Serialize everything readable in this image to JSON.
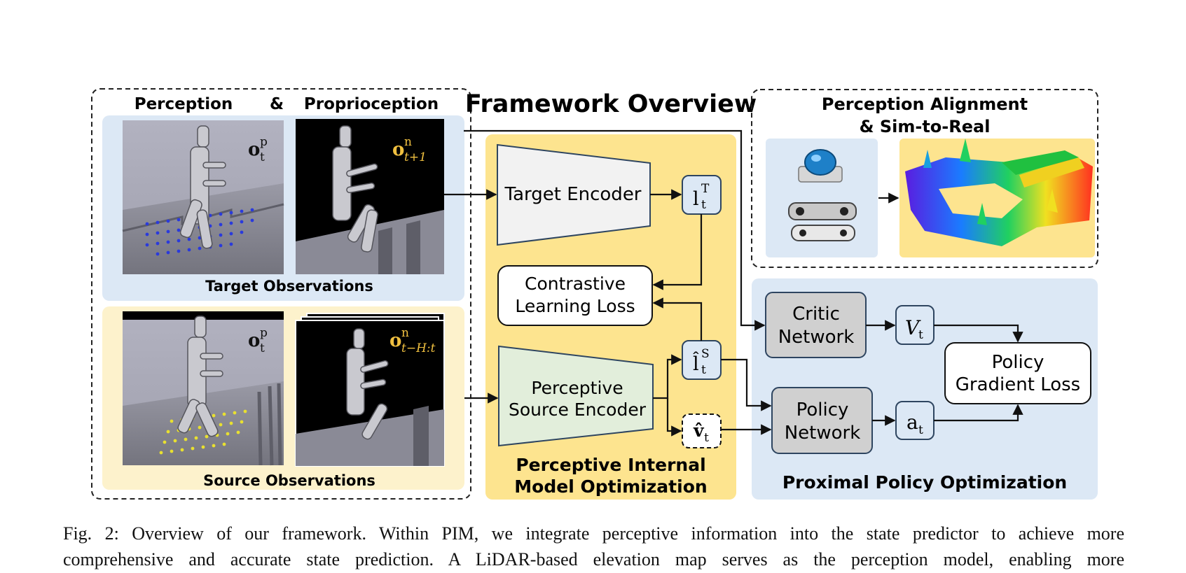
{
  "title": "Framework Overview",
  "perception_group": {
    "label_perception": "Perception",
    "label_amp": "&",
    "label_proprioception": "Proprioception",
    "target_label": "Target Observations",
    "source_label": "Source Observations",
    "target_panels": [
      {
        "sym": "o",
        "sup": "p",
        "sub": "t"
      },
      {
        "sym": "o",
        "sup": "n",
        "sub": "t+1"
      }
    ],
    "source_panels": [
      {
        "sym": "o",
        "sup": "p",
        "sub": "t"
      },
      {
        "sym": "o",
        "sup": "n",
        "sub": "t−H:t"
      }
    ]
  },
  "pim_group": {
    "target_encoder": "Target Encoder",
    "source_encoder_line1": "Perceptive",
    "source_encoder_line2": "Source Encoder",
    "contrastive_line1": "Contrastive",
    "contrastive_line2": "Learning Loss",
    "lt_target": {
      "sym": "l",
      "sup": "T",
      "sub": "t"
    },
    "lt_source": {
      "sym": "l̂",
      "sup": "S",
      "sub": "t"
    },
    "v_hat": {
      "sym": "v̂",
      "sub": "t"
    },
    "label_line1": "Perceptive Internal",
    "label_line2": "Model Optimization"
  },
  "alignment_group": {
    "title_line1": "Perception Alignment",
    "title_line2": "& Sim-to-Real"
  },
  "ppo_group": {
    "critic_line1": "Critic",
    "critic_line2": "Network",
    "policy_line1": "Policy",
    "policy_line2": "Network",
    "value": {
      "sym": "V",
      "sub": "t"
    },
    "action": {
      "sym": "a",
      "sub": "t"
    },
    "loss_line1": "Policy",
    "loss_line2": "Gradient Loss",
    "label": "Proximal Policy Optimization"
  },
  "colors": {
    "blue_panel": "#dce8f5",
    "yellow_panel": "#fdf2cc",
    "pim_panel": "#fde48f",
    "grey_node": "#d0d0d0",
    "green_node": "#e2eedb",
    "light_node": "#f2f2f2",
    "var_node": "#dce8f5",
    "gold_text": "#f0c040"
  },
  "caption": {
    "line1": "Fig. 2: Overview of our framework. Within PIM, we integrate perceptive information into the state predictor to achieve more",
    "line2": "comprehensive and accurate state prediction. A LiDAR-based elevation map serves as the perception model, enabling more"
  }
}
